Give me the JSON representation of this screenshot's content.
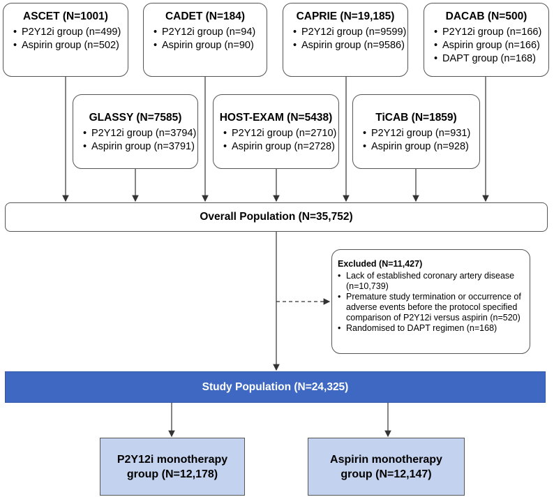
{
  "trials_top": [
    {
      "title": "ASCET (N=1001)",
      "items": [
        "P2Y12i group (n=499)",
        "Aspirin group (n=502)"
      ]
    },
    {
      "title": "CADET (N=184)",
      "items": [
        "P2Y12i group (n=94)",
        "Aspirin group (n=90)"
      ]
    },
    {
      "title": "CAPRIE (N=19,185)",
      "items": [
        "P2Y12i group (n=9599)",
        "Aspirin group (n=9586)"
      ]
    },
    {
      "title": "DACAB (N=500)",
      "items": [
        "P2Y12i group (n=166)",
        "Aspirin group (n=166)",
        "DAPT group (n=168)"
      ]
    }
  ],
  "trials_middle": [
    {
      "title": "GLASSY (N=7585)",
      "items": [
        "P2Y12i group (n=3794)",
        "Aspirin group (n=3791)"
      ]
    },
    {
      "title": "HOST-EXAM (N=5438)",
      "items": [
        "P2Y12i group (n=2710)",
        "Aspirin group (n=2728)"
      ]
    },
    {
      "title": "TiCAB (N=1859)",
      "items": [
        "P2Y12i group (n=931)",
        "Aspirin group (n=928)"
      ]
    }
  ],
  "overall": "Overall Population (N=35,752)",
  "excluded": {
    "title": "Excluded (N=11,427)",
    "items": [
      "Lack of established coronary artery disease (n=10,739)",
      "Premature study termination or occurrence of adverse events before the protocol specified comparison of P2Y12i versus aspirin (n=520)",
      "Randomised to DAPT regimen (n=168)"
    ]
  },
  "study": "Study Population (N=24,325)",
  "arms": [
    {
      "line1": "P2Y12i monotherapy",
      "line2": "group (N=12,178)"
    },
    {
      "line1": "Aspirin monotherapy",
      "line2": "group (N=12,147)"
    }
  ],
  "colors": {
    "study_fill": "#3e68c1",
    "arm_fill": "#c3d2ee",
    "border": "#555555"
  }
}
